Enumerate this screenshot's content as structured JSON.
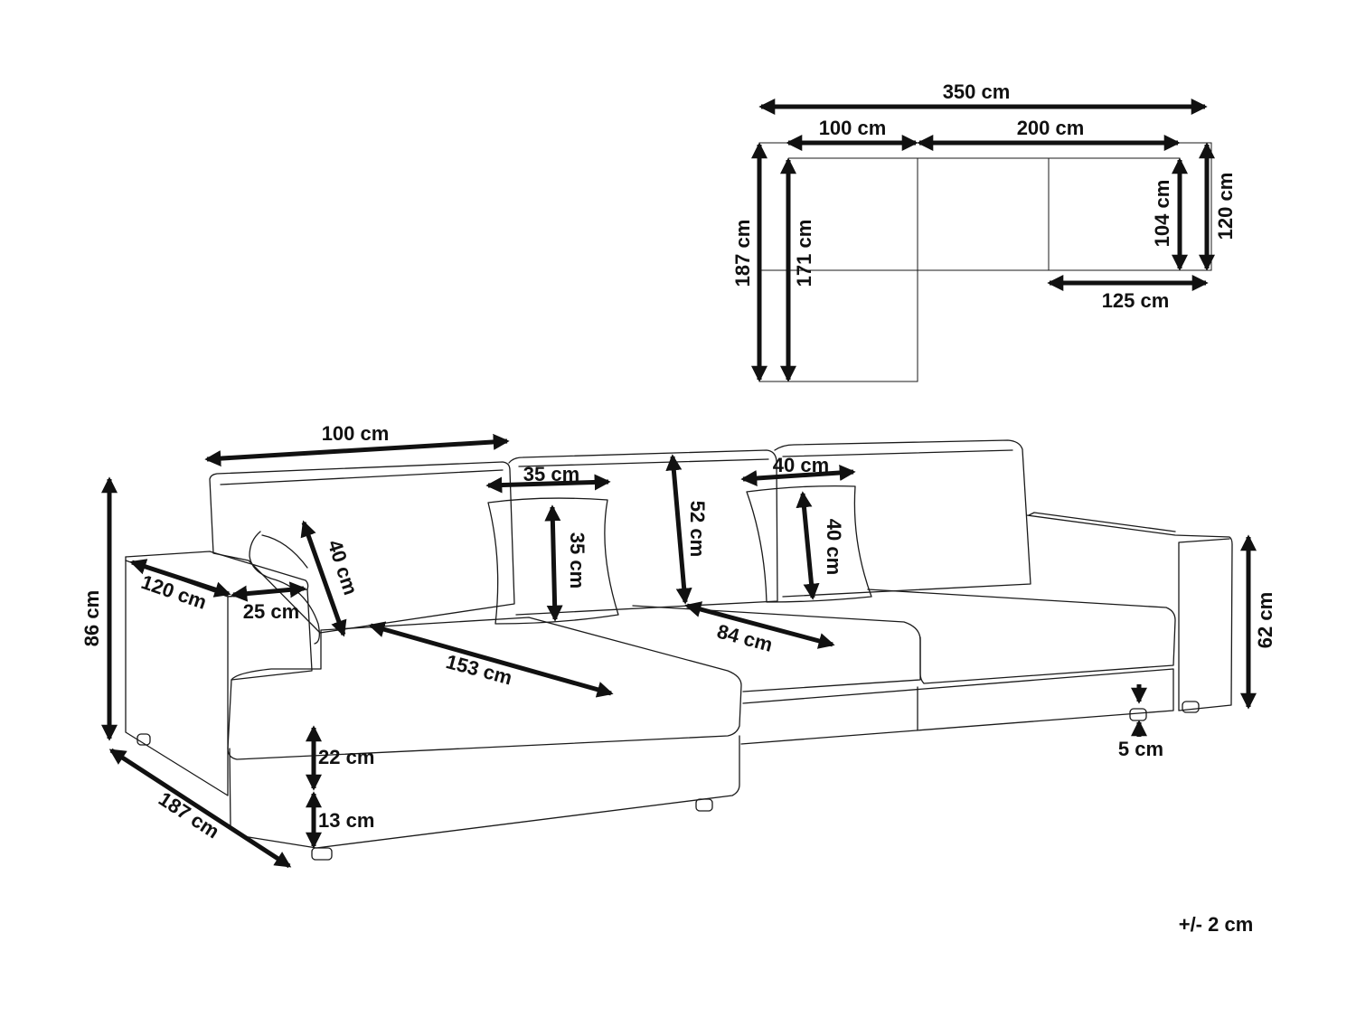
{
  "floor_plan": {
    "total_width": "350 cm",
    "chaise_width": "100 cm",
    "main_width": "200 cm",
    "total_depth": "187 cm",
    "chaise_seat_length": "171 cm",
    "seat_depth": "104 cm",
    "main_depth": "120 cm",
    "armrest_to_edge": "125 cm"
  },
  "sofa": {
    "back_width": "100 cm",
    "height_total": "86 cm",
    "armrest_length": "120 cm",
    "armrest_width": "25 cm",
    "cushion_small_height": "40 cm",
    "pillow_width": "35 cm",
    "pillow_height": "35 cm",
    "backrest_height": "52 cm",
    "pillow_large_width": "40 cm",
    "pillow_large_height": "40 cm",
    "chaise_length": "153 cm",
    "seat_depth": "84 cm",
    "seat_height": "22 cm",
    "base_height": "13 cm",
    "side_depth": "187 cm",
    "arm_height": "62 cm",
    "leg_height": "5 cm"
  },
  "tolerance": "+/- 2 cm",
  "colors": {
    "line": "#1a1a1a",
    "arrow": "#111111",
    "background": "#ffffff"
  }
}
